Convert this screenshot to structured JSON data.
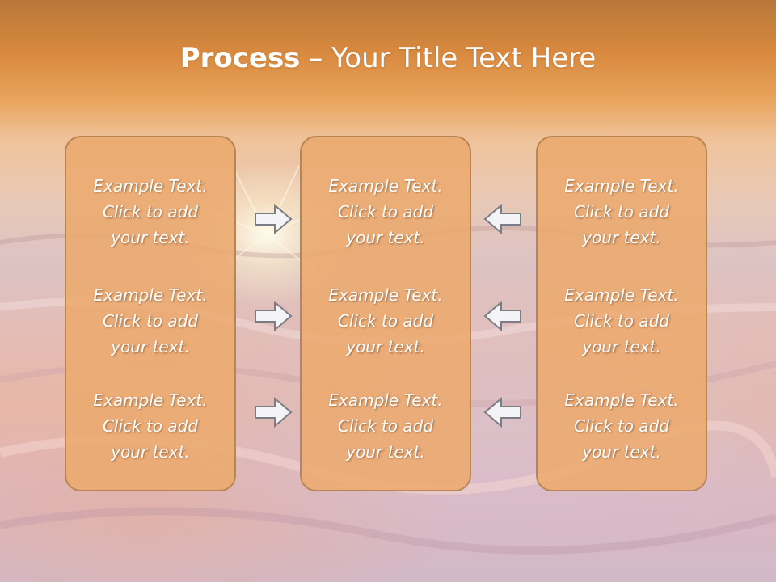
{
  "slide": {
    "title_bold": "Process",
    "title_rest": " – Your Title Text Here"
  },
  "columns": [
    {
      "name": "left",
      "items": [
        {
          "line1": "Example Text.",
          "line2": "Click  to add",
          "line3": "your text."
        },
        {
          "line1": "Example Text.",
          "line2": "Click  to add",
          "line3": "your text."
        },
        {
          "line1": "Example Text.",
          "line2": "Click  to add",
          "line3": "your text."
        }
      ]
    },
    {
      "name": "center",
      "items": [
        {
          "line1": "Example Text.",
          "line2": "Click  to add",
          "line3": "your text."
        },
        {
          "line1": "Example Text.",
          "line2": "Click  to add",
          "line3": "your text."
        },
        {
          "line1": "Example Text.",
          "line2": "Click  to add",
          "line3": "your text."
        }
      ]
    },
    {
      "name": "right",
      "items": [
        {
          "line1": "Example Text.",
          "line2": "Click  to add",
          "line3": "your text."
        },
        {
          "line1": "Example Text.",
          "line2": "Click  to add",
          "line3": "your text."
        },
        {
          "line1": "Example Text.",
          "line2": "Click  to add",
          "line3": "your text."
        }
      ]
    }
  ],
  "arrows": {
    "left_side_icon": "arrow-right-icon",
    "right_side_icon": "arrow-left-icon"
  },
  "colors": {
    "box_fill": "#ecaa6e",
    "box_border": "#b98552",
    "title_text": "#ffffff",
    "arrow_fill": "#f4f4f6",
    "arrow_stroke": "#7c7c84"
  }
}
